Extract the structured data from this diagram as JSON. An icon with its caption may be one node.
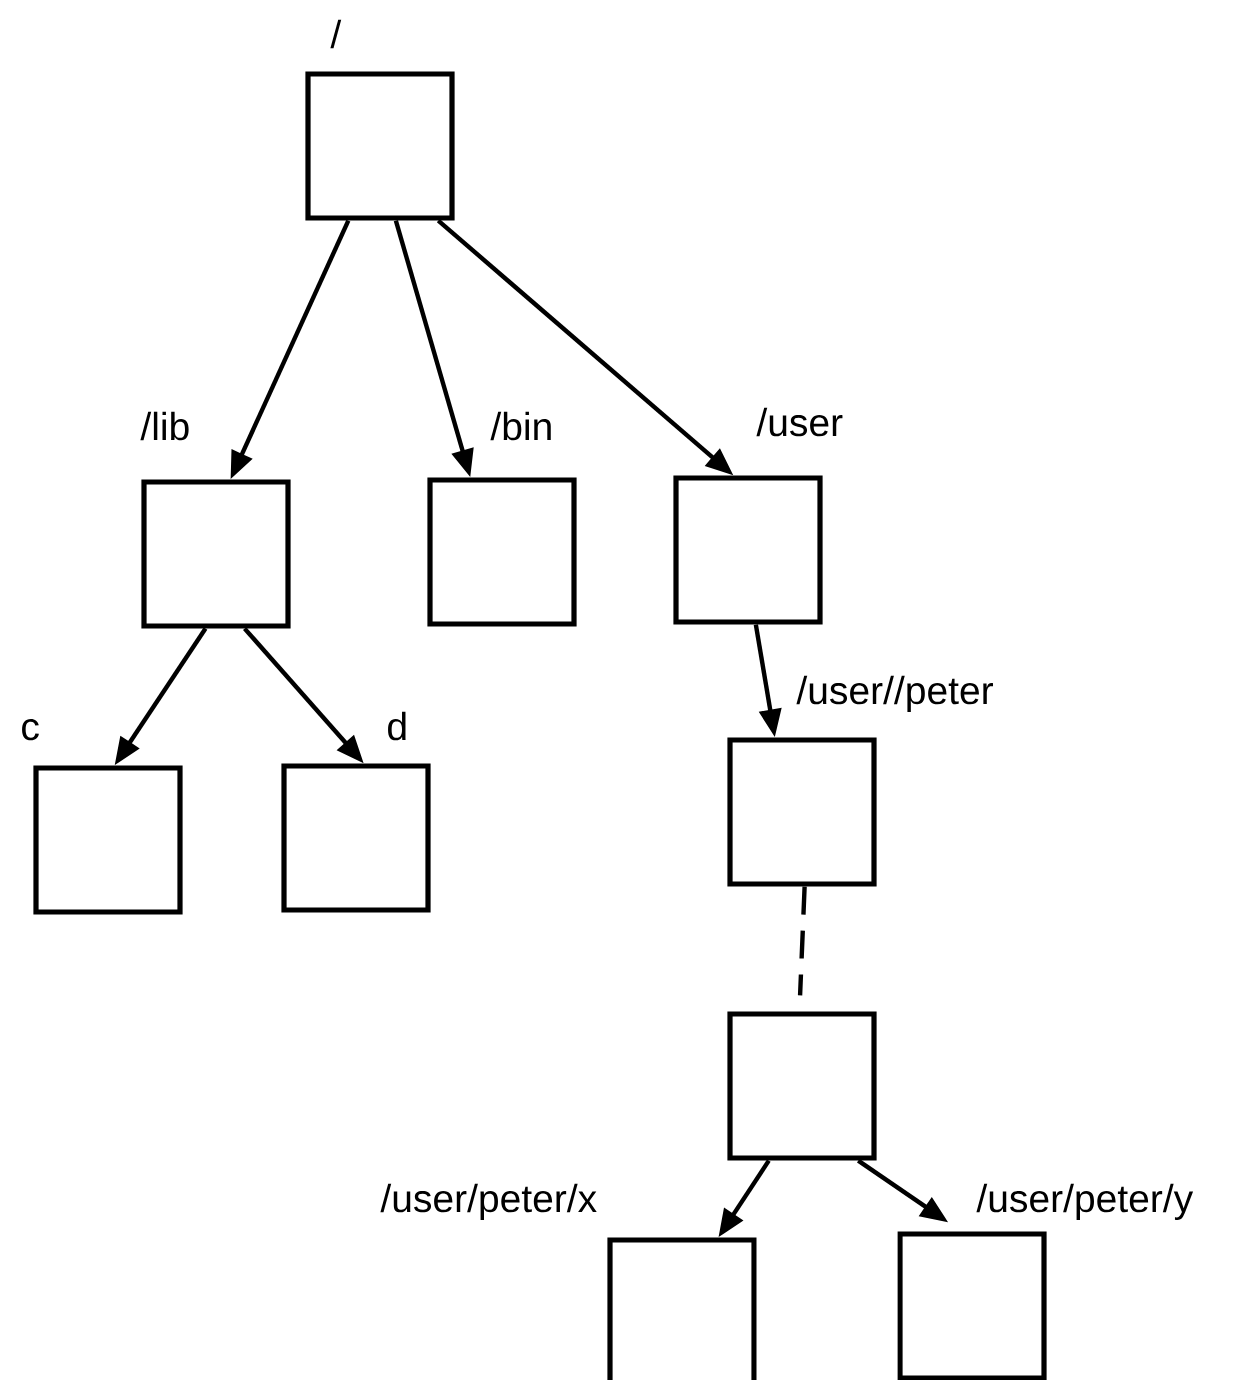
{
  "diagram": {
    "nodes": [
      {
        "text": [
          "/"
        ]
      },
      {
        "text": [
          "/lib"
        ]
      },
      {
        "text": [
          "/bin"
        ]
      },
      {
        "text": [
          "/user"
        ]
      },
      {
        "text": [
          "c"
        ]
      },
      {
        "text": [
          "d"
        ]
      },
      {
        "text": [
          "/user//peter"
        ]
      },
      {
        "text": [],
        "shape": "box"
      },
      {
        "text": [
          "/user/peter/x"
        ]
      },
      {
        "text": [
          "/user/peter/y"
        ]
      }
    ],
    "edges": [
      {
        "from": 0,
        "to": 1,
        "arrow": "to"
      },
      {
        "from": 0,
        "to": 2,
        "arrow": "to"
      },
      {
        "from": 0,
        "to": 3,
        "arrow": "to"
      },
      {
        "from": 1,
        "to": 4,
        "arrow": "to"
      },
      {
        "from": 1,
        "to": 5,
        "arrow": "to"
      },
      {
        "from": 3,
        "to": 6,
        "arrow": "to"
      },
      {
        "from": 6,
        "to": 7,
        "arrow": "none",
        "style": "dashed"
      },
      {
        "from": 7,
        "to": 8,
        "arrow": "to"
      },
      {
        "from": 7,
        "to": 9,
        "arrow": "to"
      }
    ]
  }
}
